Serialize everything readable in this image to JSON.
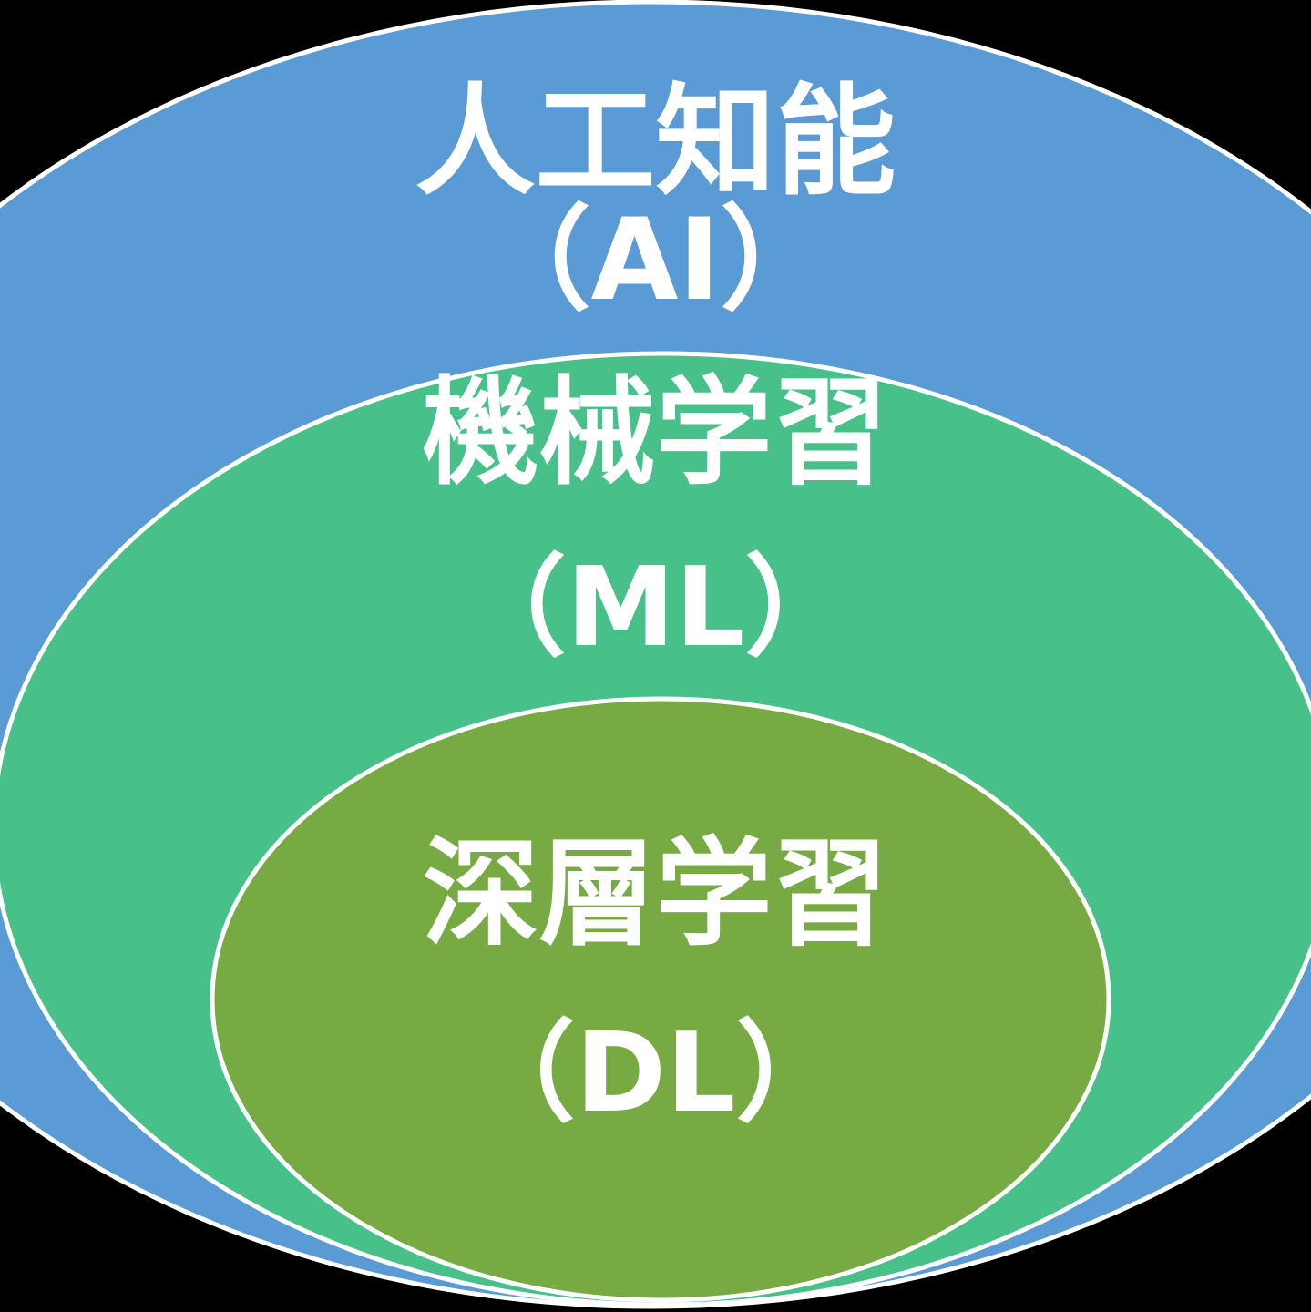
{
  "diagram": {
    "type": "nested-euler-diagram",
    "topic": "AI / ML / DL hierarchy",
    "background_color": "#000000",
    "border_color": "#ffffff",
    "text_color": "#ffffff",
    "rings": [
      {
        "id": "ai",
        "label_ja": "人工知能",
        "label_abbr": "（AI）",
        "color": "#5b9bd5"
      },
      {
        "id": "ml",
        "label_ja": "機械学習",
        "label_abbr": "（ML）",
        "color": "#48c08a"
      },
      {
        "id": "dl",
        "label_ja": "深層学習",
        "label_abbr": "（DL）",
        "color": "#78aa43"
      }
    ]
  }
}
